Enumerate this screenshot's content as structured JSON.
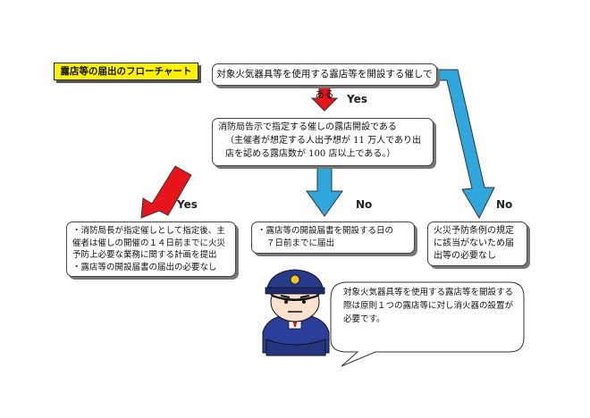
{
  "title": "露店等の届出のフローチャート",
  "start_box": "対象火気器具等を使用する露店等を開設する催しである",
  "yes_label_1": "Yes",
  "mid_box": {
    "line1": "消防局告示で指定する催しの露店開設である",
    "line2": "（主催者が想定する人出予想が 11 万人であり出店を認める露店数が 100 店以上である。）"
  },
  "yes_label_2": "Yes",
  "no_label_1": "No",
  "no_label_2": "No",
  "left_box": [
    "・消防局長が指定催しとして指定後、主催者は催しの開催の１４日前までに火災予防上必要な業務に関する計画を提出",
    "・露店等の開設届書の届出の必要なし"
  ],
  "center_box": {
    "line1": "・露店等の開設届書を開設する日の",
    "line2": "７日前までに届出"
  },
  "right_box": "火災予防条例の規定に該当がないため届出等の必要なし",
  "speech": "対象火気器具等を使用する露店等を開設する際は原則１つの露店等に対し消火器の設置が必要です。",
  "colors": {
    "red_arrow": "#e8141c",
    "blue_arrow": "#2fa6dc",
    "title_bg": "#fff200",
    "cap": "#283a8c"
  },
  "icons": [
    "red-down-arrow",
    "red-diagonal-arrow",
    "blue-down-arrow",
    "blue-bent-arrow",
    "firefighter-mascot"
  ]
}
